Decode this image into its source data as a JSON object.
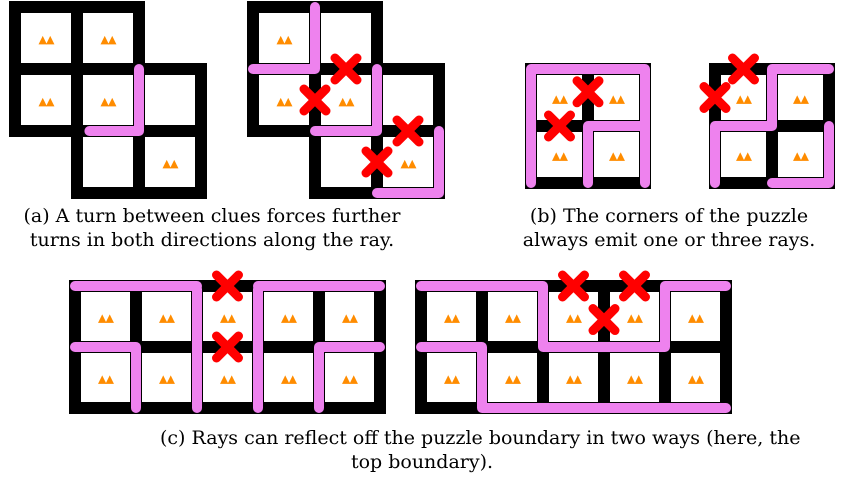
{
  "figure": {
    "clue_symbol": "▲▲",
    "colors": {
      "wall": "#000000",
      "ray": "#ee82ee",
      "clue": "#ff8c00",
      "cross": "#ff0000",
      "background": "#ffffff"
    },
    "icons": [
      "clue-triangles-icon",
      "red-cross-icon"
    ],
    "captions": {
      "a_line1": "(a)  A turn between clues forces further",
      "a_line2": "turns in both directions along the ray.",
      "b_line1": "(b)  The corners of the puzzle",
      "b_line2": "always emit one or three rays.",
      "c_line1": "(c)  Rays can reflect off the puzzle boundary in two ways (here, the",
      "c_line2": "top boundary)."
    }
  }
}
